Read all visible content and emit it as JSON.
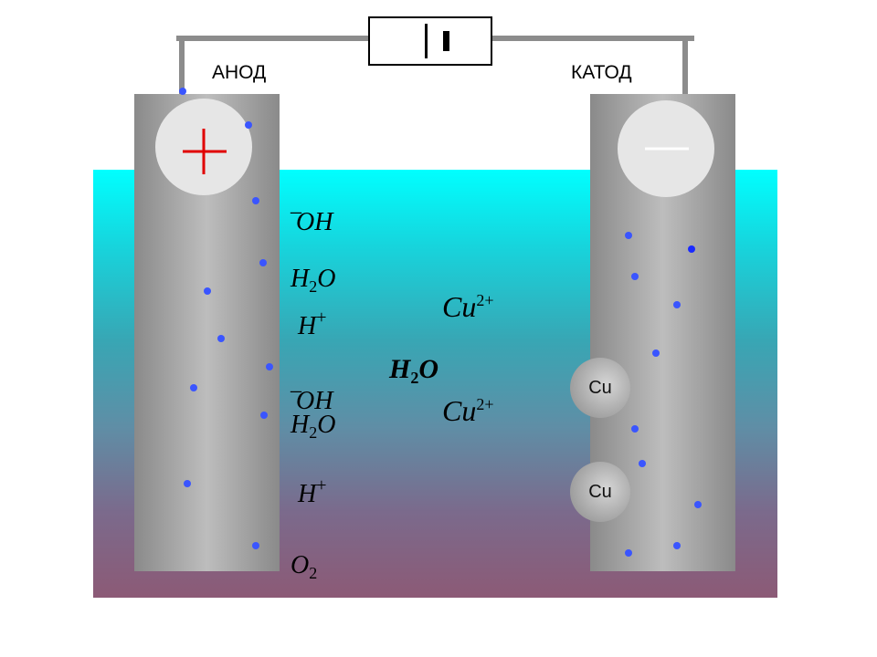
{
  "labels": {
    "anode": "АНОД",
    "cathode": "КАТОД"
  },
  "ions": {
    "oh": "OH",
    "h2o_h": "H",
    "h2o_sub": "2",
    "h2o_o": "O",
    "h": "H",
    "h_sup": "+",
    "cu": "Cu",
    "cu_sup": "2+",
    "o2_o": "O",
    "o2_sub": "2",
    "minus": "_"
  },
  "deposits": [
    "Cu",
    "Cu"
  ],
  "colors": {
    "electrolyte_top": "#00ffff",
    "electrolyte_bottom": "#8c5a76",
    "electron_dot": "#3a55ff",
    "anode_sign": "#e00000"
  },
  "icons": {
    "anode_terminal": "plus-sign-icon",
    "cathode_terminal": "minus-sign-icon",
    "power_source": "battery-icon"
  }
}
